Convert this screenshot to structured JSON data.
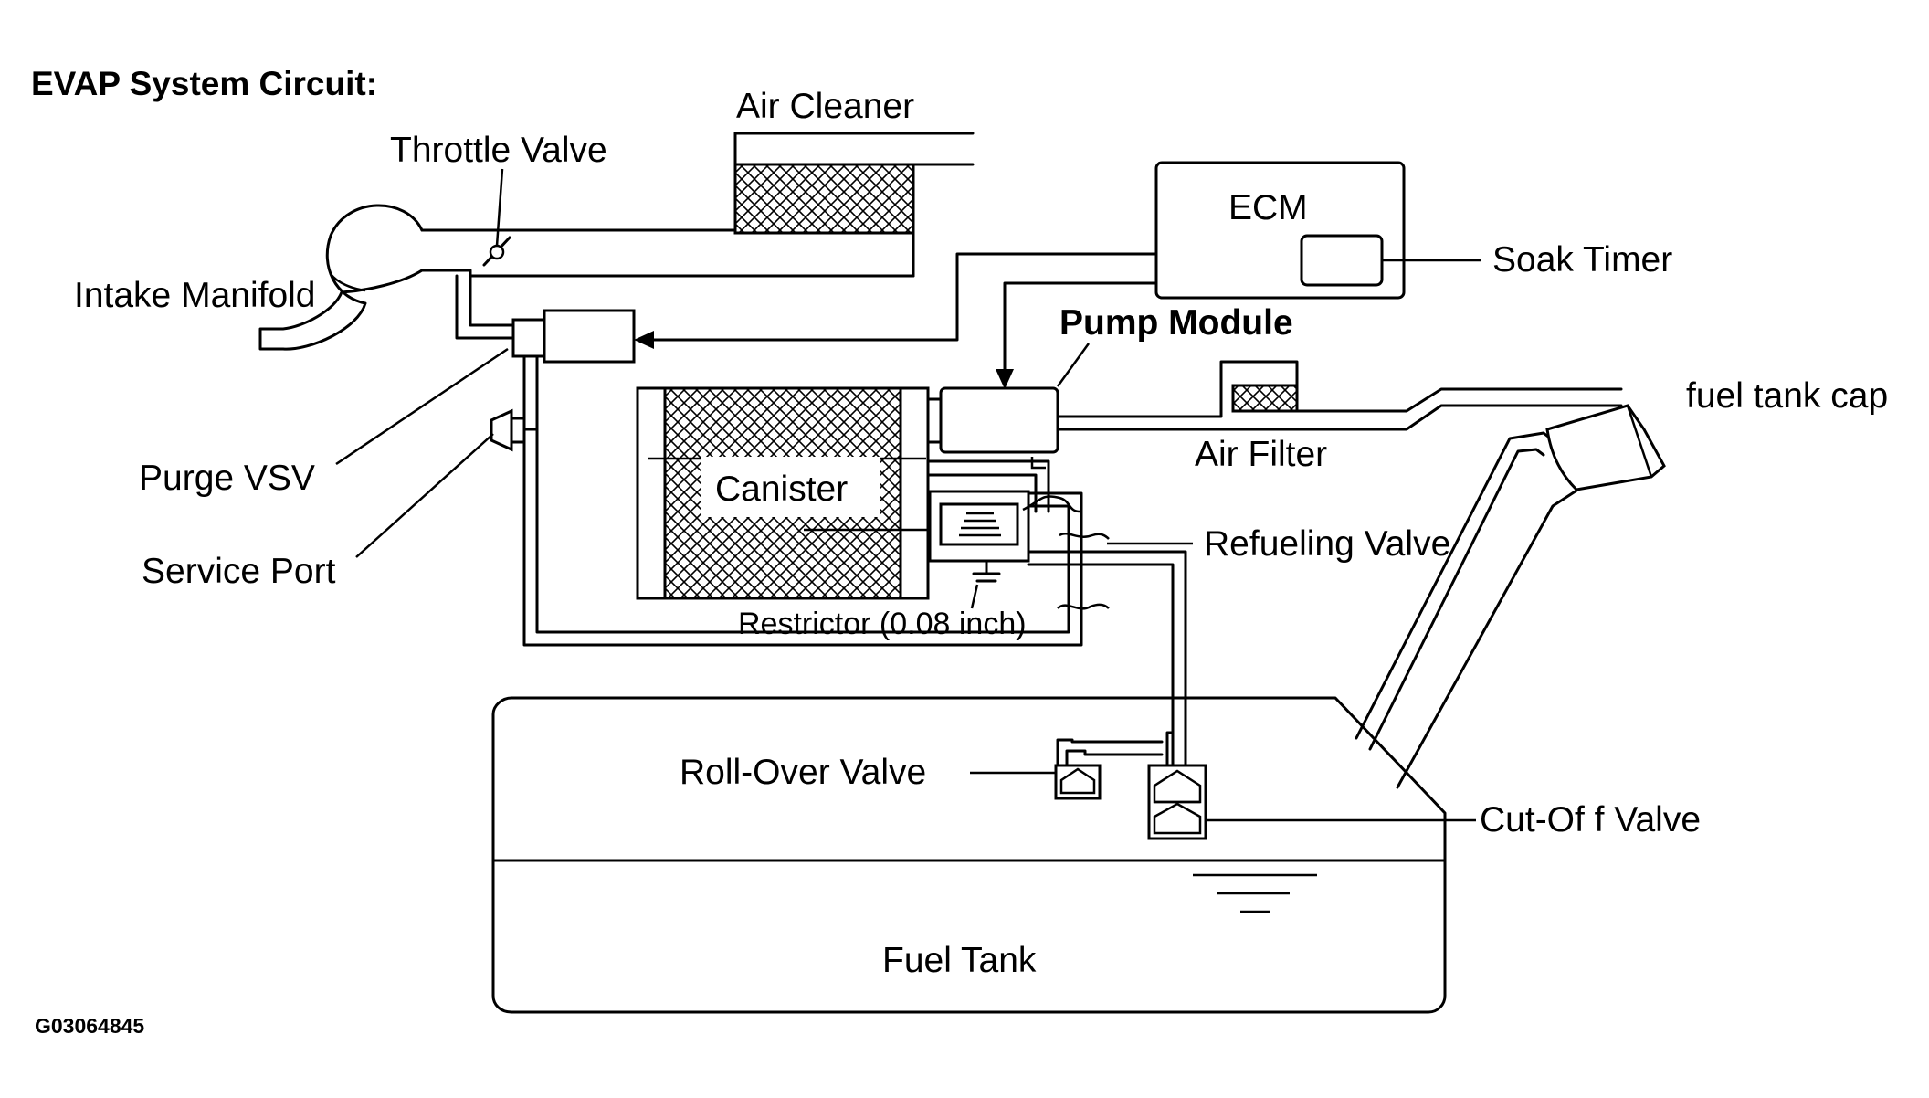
{
  "title": "EVAP System Circuit:",
  "figure_code": "G03064845",
  "labels": {
    "air_cleaner": "Air Cleaner",
    "throttle_valve": "Throttle Valve",
    "intake_manifold": "Intake Manifold",
    "ecm": "ECM",
    "soak_timer": "Soak Timer",
    "pump_module": "Pump Module",
    "fuel_tank_cap": "fuel tank cap",
    "air_filter": "Air Filter",
    "purge_vsv": "Purge VSV",
    "service_port": "Service Port",
    "canister": "Canister",
    "refueling_valve": "Refueling Valve",
    "restrictor": "Restrictor (0.08 inch)",
    "roll_over_valve": "Roll-Over  Valve",
    "cut_off_valve": "Cut-Of f Valve",
    "fuel_tank": "Fuel Tank"
  }
}
